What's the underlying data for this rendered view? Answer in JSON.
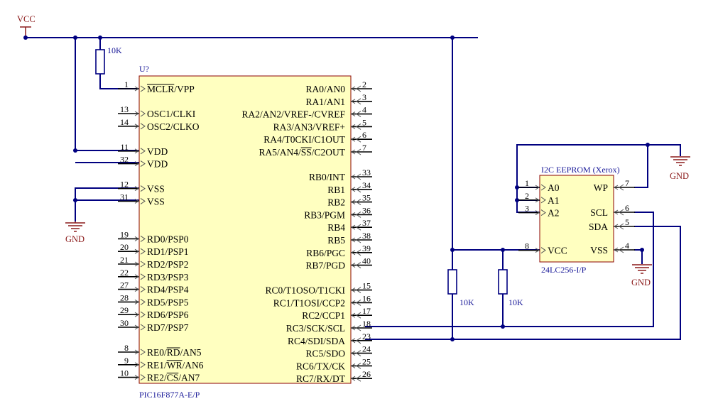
{
  "power": {
    "vcc": "VCC",
    "gnd": "GND"
  },
  "resistors": {
    "r1": "10K",
    "r2": "10K",
    "r3": "10K"
  },
  "mcu": {
    "ref": "U?",
    "part": "PIC16F877A-E/P",
    "left_pins": [
      {
        "num": "1",
        "label": "MCLR/VPP"
      },
      {
        "num": "13",
        "label": "OSC1/CLKI"
      },
      {
        "num": "14",
        "label": "OSC2/CLKO"
      },
      {
        "num": "11",
        "label": "VDD"
      },
      {
        "num": "32",
        "label": "VDD"
      },
      {
        "num": "12",
        "label": "VSS"
      },
      {
        "num": "31",
        "label": "VSS"
      },
      {
        "num": "19",
        "label": "RD0/PSP0"
      },
      {
        "num": "20",
        "label": "RD1/PSP1"
      },
      {
        "num": "21",
        "label": "RD2/PSP2"
      },
      {
        "num": "22",
        "label": "RD3/PSP3"
      },
      {
        "num": "27",
        "label": "RD4/PSP4"
      },
      {
        "num": "28",
        "label": "RD5/PSP5"
      },
      {
        "num": "29",
        "label": "RD6/PSP6"
      },
      {
        "num": "30",
        "label": "RD7/PSP7"
      },
      {
        "num": "8",
        "label": "RE0/RD/AN5"
      },
      {
        "num": "9",
        "label": "RE1/WR/AN6"
      },
      {
        "num": "10",
        "label": "RE2/CS/AN7"
      }
    ],
    "right_pins": [
      {
        "num": "2",
        "label": "RA0/AN0"
      },
      {
        "num": "3",
        "label": "RA1/AN1"
      },
      {
        "num": "4",
        "label": "RA2/AN2/VREF-/CVREF"
      },
      {
        "num": "5",
        "label": "RA3/AN3/VREF+"
      },
      {
        "num": "6",
        "label": "RA4/T0CKI/C1OUT"
      },
      {
        "num": "7",
        "label": "RA5/AN4/SS/C2OUT"
      },
      {
        "num": "33",
        "label": "RB0/INT"
      },
      {
        "num": "34",
        "label": "RB1"
      },
      {
        "num": "35",
        "label": "RB2"
      },
      {
        "num": "36",
        "label": "RB3/PGM"
      },
      {
        "num": "37",
        "label": "RB4"
      },
      {
        "num": "38",
        "label": "RB5"
      },
      {
        "num": "39",
        "label": "RB6/PGC"
      },
      {
        "num": "40",
        "label": "RB7/PGD"
      },
      {
        "num": "15",
        "label": "RC0/T1OSO/T1CKI"
      },
      {
        "num": "16",
        "label": "RC1/T1OSI/CCP2"
      },
      {
        "num": "17",
        "label": "RC2/CCP1"
      },
      {
        "num": "18",
        "label": "RC3/SCK/SCL"
      },
      {
        "num": "23",
        "label": "RC4/SDI/SDA"
      },
      {
        "num": "24",
        "label": "RC5/SDO"
      },
      {
        "num": "25",
        "label": "RC6/TX/CK"
      },
      {
        "num": "26",
        "label": "RC7/RX/DT"
      }
    ]
  },
  "eeprom": {
    "ref": "I2C EEPROM (Xerox)",
    "part": "24LC256-I/P",
    "left_pins": [
      {
        "num": "1",
        "label": "A0"
      },
      {
        "num": "2",
        "label": "A1"
      },
      {
        "num": "3",
        "label": "A2"
      },
      {
        "num": "8",
        "label": "VCC"
      }
    ],
    "right_pins": [
      {
        "num": "7",
        "label": "WP"
      },
      {
        "num": "6",
        "label": "SCL"
      },
      {
        "num": "5",
        "label": "SDA"
      },
      {
        "num": "4",
        "label": "VSS"
      }
    ]
  }
}
